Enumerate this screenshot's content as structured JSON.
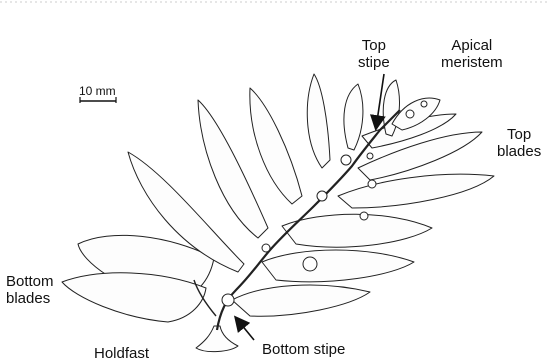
{
  "labels": {
    "top_stipe": [
      "Top",
      "stipe"
    ],
    "apical_meristem": [
      "Apical",
      "meristem"
    ],
    "top_blades": [
      "Top",
      "blades"
    ],
    "bottom_blades": [
      "Bottom",
      "blades"
    ],
    "holdfast": "Holdfast",
    "bottom_stipe": "Bottom stipe",
    "scale_bar": "10 mm"
  }
}
